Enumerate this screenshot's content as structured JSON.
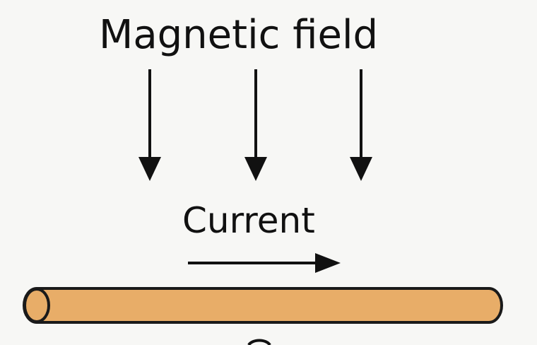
{
  "labels": {
    "magnetic_field": "Magnetic field",
    "current": "Current"
  },
  "colors": {
    "background": "#f7f7f5",
    "ink": "#111111",
    "wire_fill": "#e8ad68",
    "wire_outline": "#1a1a1a"
  },
  "icons": {
    "field_arrows": "down-arrow-icon",
    "current_arrow": "right-arrow-icon"
  },
  "field_arrow_count": 3
}
